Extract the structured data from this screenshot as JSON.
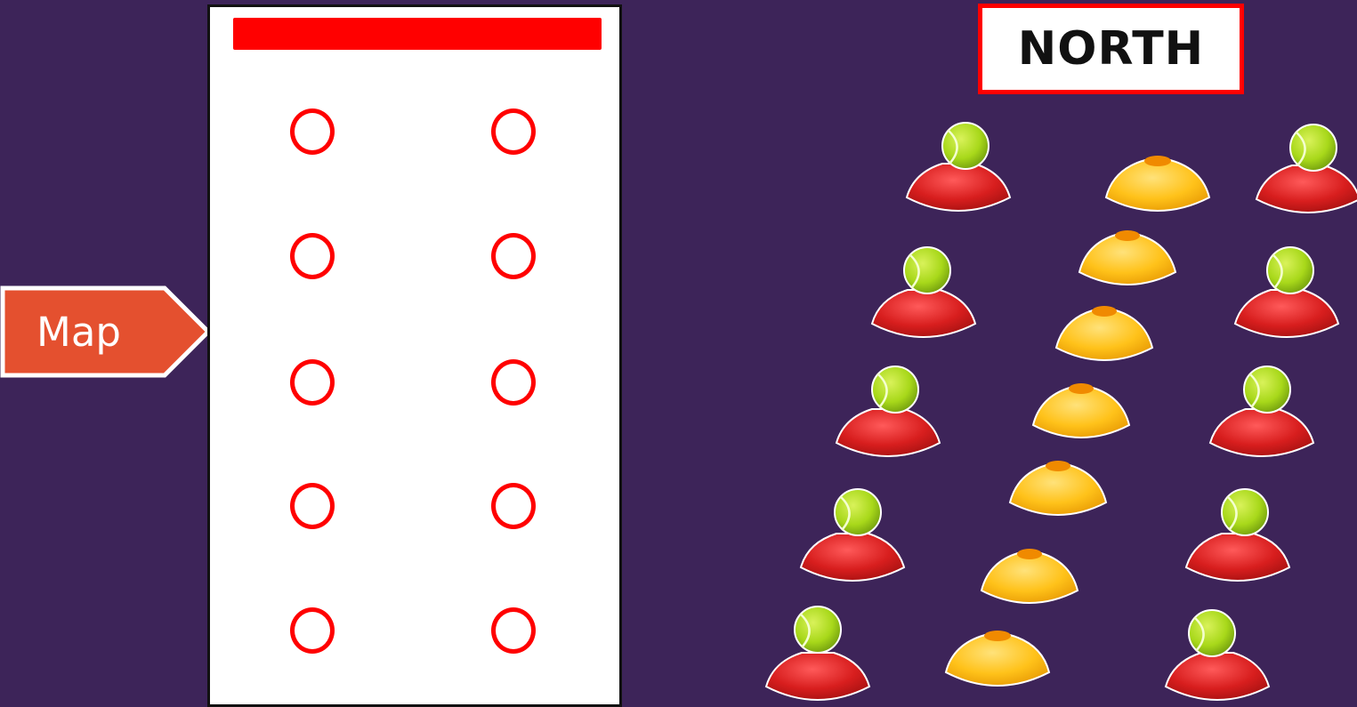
{
  "map_button": {
    "label": "Map",
    "color": "#e4502f",
    "border": "#ffffff"
  },
  "map_panel": {
    "header_color": "#ff0000",
    "slot_columns": 2,
    "slot_rows": 5,
    "slot_color": "#ff0000"
  },
  "north_sign": {
    "label": "NORTH",
    "border_color": "#ff0000"
  },
  "field": {
    "background": "#3d2459",
    "cone_colors": {
      "red": "#d21f1f",
      "yellow": "#ffc21a"
    },
    "ball_color": "#a8d81a",
    "red_cones_with_balls": 10,
    "yellow_cones": 7
  }
}
